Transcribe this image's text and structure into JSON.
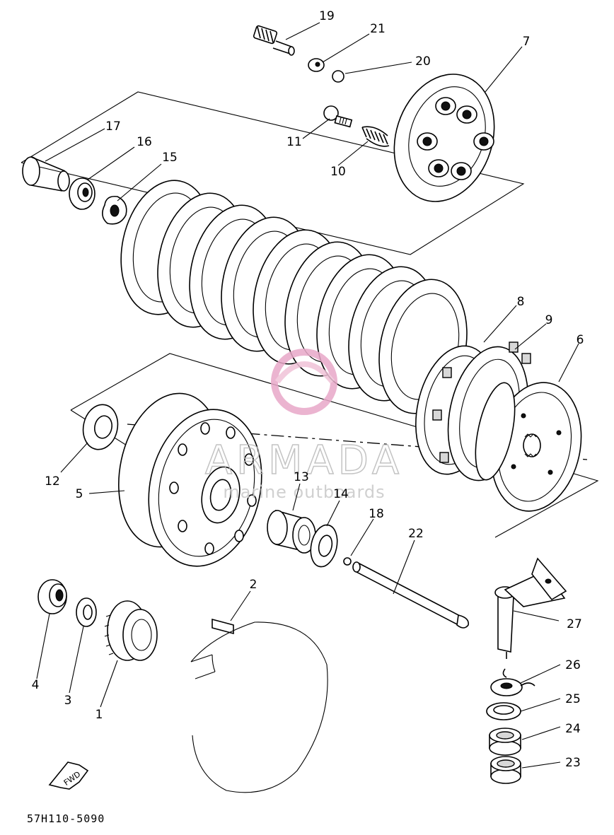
{
  "diagram": {
    "code": "57H110-5090",
    "fwd_label": "FWD",
    "watermark": {
      "brand": "ARMADA",
      "tagline": "marine outboards",
      "brand_color": "#e8a8c8"
    },
    "callouts": [
      {
        "id": "c19",
        "text": "19"
      },
      {
        "id": "c21",
        "text": "21"
      },
      {
        "id": "c20",
        "text": "20"
      },
      {
        "id": "c7",
        "text": "7"
      },
      {
        "id": "c11",
        "text": "11"
      },
      {
        "id": "c10",
        "text": "10"
      },
      {
        "id": "c17",
        "text": "17"
      },
      {
        "id": "c16",
        "text": "16"
      },
      {
        "id": "c15",
        "text": "15"
      },
      {
        "id": "c8",
        "text": "8"
      },
      {
        "id": "c9",
        "text": "9"
      },
      {
        "id": "c6",
        "text": "6"
      },
      {
        "id": "c12",
        "text": "12"
      },
      {
        "id": "c5",
        "text": "5"
      },
      {
        "id": "c13",
        "text": "13"
      },
      {
        "id": "c14",
        "text": "14"
      },
      {
        "id": "c18",
        "text": "18"
      },
      {
        "id": "c22",
        "text": "22"
      },
      {
        "id": "c2",
        "text": "2"
      },
      {
        "id": "c27",
        "text": "27"
      },
      {
        "id": "c26",
        "text": "26"
      },
      {
        "id": "c25",
        "text": "25"
      },
      {
        "id": "c24",
        "text": "24"
      },
      {
        "id": "c23",
        "text": "23"
      },
      {
        "id": "c4",
        "text": "4"
      },
      {
        "id": "c3",
        "text": "3"
      },
      {
        "id": "c1",
        "text": "1"
      }
    ]
  }
}
